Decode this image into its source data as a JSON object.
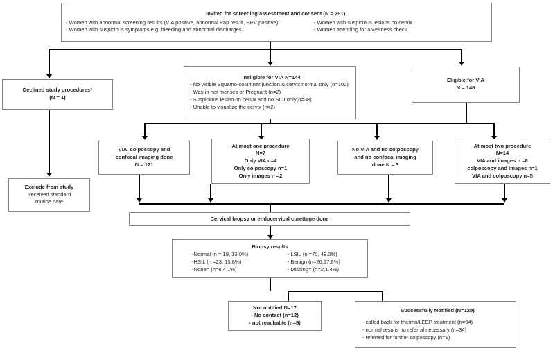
{
  "diagram": {
    "title": "CONSORT-style participant flow diagram for cervical cancer screening study"
  },
  "nodes": {
    "invited": {
      "header": "Invited for screening assessment and consent (N = 291):",
      "left_lines": [
        "- Women with abnormal screening results (VIA positive, abnormal Pap result, HPV positive)",
        "- Women with suspicious symptoms e.g. bleeding and abnormal discharges"
      ],
      "right_lines": [
        "- Women with suspicious lesions on cervix",
        "- Women attending for a wellness check"
      ]
    },
    "declined": {
      "header": "Declined study procedures*",
      "lines": [
        "(N = 1)"
      ]
    },
    "ineligible": {
      "header": "Ineligible for VIA N=144",
      "lines": [
        "- No visible Squamo-columnar junction & cervix normal only (n=102)",
        "- Was in her menses or Pregnant (n=2)",
        "- Suspicious lesion on cervix and no SCJ only(n=38)",
        "- Unable to visualize the cervix (n=2)"
      ]
    },
    "eligible": {
      "header": "Eligible for VIA",
      "lines": [
        "N = 146"
      ]
    },
    "exclude": {
      "header": "Exclude from study",
      "lines": [
        "-received standard",
        "routine care"
      ]
    },
    "all_three": {
      "lines": [
        "VIA, colposcopy and",
        "confocal imaging done",
        "N = 121"
      ]
    },
    "at_most_one": {
      "header": "At most one procedure",
      "lines": [
        "N=7",
        "Only VIA n=4",
        "Only colposcopy n=1",
        "Only images n =2"
      ]
    },
    "none_done": {
      "lines": [
        "No VIA and no colposcopy",
        "and no confocal imaging",
        "done N = 3"
      ]
    },
    "at_most_two": {
      "header": "At most two procedure",
      "lines": [
        "N=14",
        "VIA and images n =8",
        "colposcopy and images n=1",
        "VIA and colposcopy n=5"
      ]
    },
    "biopsy_done": {
      "header": "Cervical biopsy or endocervical curettage done"
    },
    "biopsy_results": {
      "header": "Biopsy results",
      "rows": [
        {
          "left": "-Normal (n = 19, 13.0%)",
          "right": "- LSIL (n =70, 48.0%)"
        },
        {
          "left": "-HSIL (n =23, 15.8%)",
          "right": "- Benign (n=26,17.8%)"
        },
        {
          "left": "-None= (n=6,4.1%)",
          "right": "- Missing= (n=2,1.4%)"
        }
      ]
    },
    "not_notified": {
      "header": "Not notified N=17",
      "lines": [
        "- No contact (n=12)",
        "- not reachable (n=5)"
      ]
    },
    "notified": {
      "header": "Successfully Notified (N=129)",
      "lines": [
        "- called back for thermo/LEEP treatment (n=94)",
        "- normal results no referral necessary (n=34)",
        "- referred for further colposcopy (n=1)"
      ]
    }
  },
  "colors": {
    "box_border": "#808285",
    "connector": "#000000",
    "text": "#231f20",
    "background": "#ffffff"
  }
}
